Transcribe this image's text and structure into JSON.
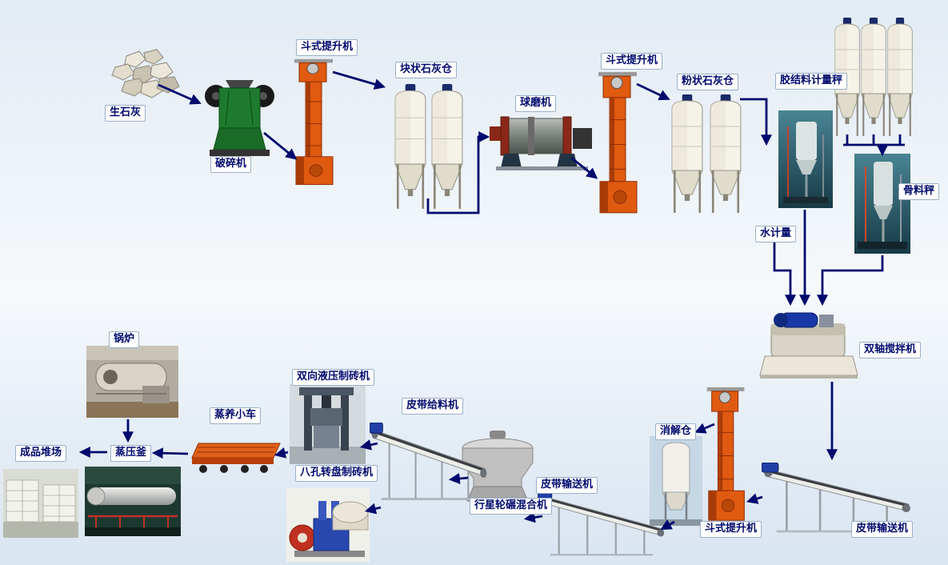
{
  "diagram": {
    "background_colors": [
      "#e3ebf3",
      "#f6f9fc",
      "#d9e5f1"
    ],
    "arrow_color": "#000a6e",
    "label_style": {
      "text_color": "#000a6e",
      "bg_color": "#ffffff",
      "border_color": "#9ab0c8"
    },
    "machine_colors": {
      "elevator_orange": "#e05a10",
      "crusher_green": "#1e7a2e",
      "silo_body": "#f5f2e8",
      "silo_cap_navy": "#1a2a6a",
      "conveyor_motor_blue": "#2040a8",
      "mixer_motor_blue": "#1838a8",
      "scale_photo_teal": "#2e6a7a",
      "autoclave_photo_green": "#1c3830",
      "brick_machine_red": "#c03020",
      "ball_mill_end_red": "#8a2818"
    },
    "labels": {
      "quicklime": "生石灰",
      "crusher": "破碎机",
      "bucket_elevator_1": "斗式提升机",
      "lump_lime_silo": "块状石灰仓",
      "ball_mill": "球磨机",
      "bucket_elevator_2": "斗式提升机",
      "powder_lime_silo": "粉状石灰仓",
      "binder_metering_scale": "胶结料计量秤",
      "aggregate_scale": "骨料秤",
      "water_metering": "水计量",
      "twin_shaft_mixer": "双轴搅拌机",
      "belt_conveyor_1": "皮带输送机",
      "bucket_elevator_3": "斗式提升机",
      "digestion_silo": "消解仓",
      "belt_conveyor_2": "皮带输送机",
      "planetary_mixer": "行星轮碾混合机",
      "belt_feeder": "皮带给料机",
      "hydraulic_brick_machine": "双向液压制砖机",
      "rotary_brick_machine": "八孔转盘制砖机",
      "steam_curing_cart": "蒸养小车",
      "autoclave": "蒸压釜",
      "boiler": "锅炉",
      "finished_product_yard": "成品堆场"
    }
  }
}
